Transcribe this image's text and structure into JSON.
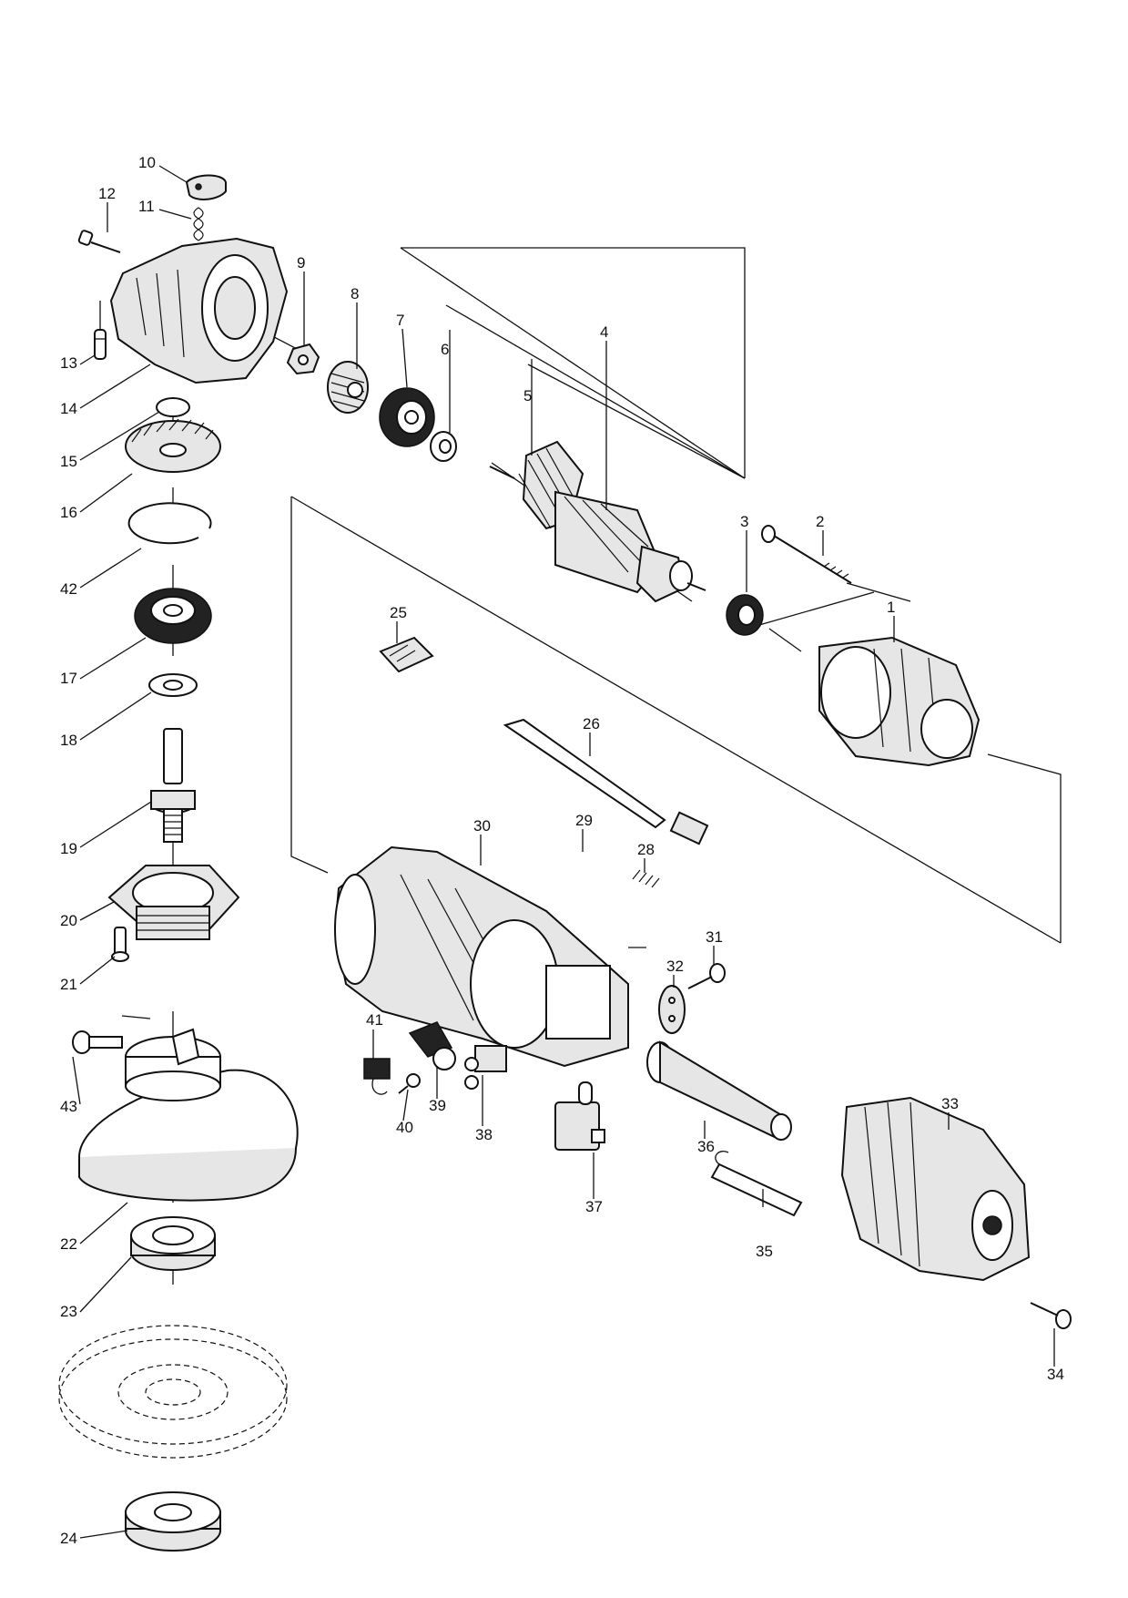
{
  "parts": [
    {
      "no": "1",
      "icon": "field-stator-icon"
    },
    {
      "no": "2",
      "icon": "long-screw-icon"
    },
    {
      "no": "3",
      "icon": "ball-bearing-icon"
    },
    {
      "no": "4",
      "icon": "armature-icon"
    },
    {
      "no": "5",
      "icon": "fan-icon"
    },
    {
      "no": "6",
      "icon": "washer-icon"
    },
    {
      "no": "7",
      "icon": "ball-bearing-icon"
    },
    {
      "no": "8",
      "icon": "spiral-bevel-gear-icon"
    },
    {
      "no": "9",
      "icon": "hex-nut-icon"
    },
    {
      "no": "10",
      "icon": "shaft-lock-cap-icon"
    },
    {
      "no": "11",
      "icon": "spring-icon"
    },
    {
      "no": "12",
      "icon": "screw-icon"
    },
    {
      "no": "13",
      "icon": "pin-icon"
    },
    {
      "no": "14",
      "icon": "gear-housing-icon"
    },
    {
      "no": "15",
      "icon": "retaining-ring-icon"
    },
    {
      "no": "16",
      "icon": "bevel-gear-icon"
    },
    {
      "no": "17",
      "icon": "ball-bearing-icon"
    },
    {
      "no": "18",
      "icon": "washer-icon"
    },
    {
      "no": "19",
      "icon": "spindle-icon"
    },
    {
      "no": "20",
      "icon": "bearing-box-icon"
    },
    {
      "no": "21",
      "icon": "screw-icon"
    },
    {
      "no": "22",
      "icon": "wheel-guard-icon"
    },
    {
      "no": "23",
      "icon": "inner-flange-icon"
    },
    {
      "no": "24",
      "icon": "lock-nut-icon"
    },
    {
      "no": "25",
      "icon": "switch-lever-icon"
    },
    {
      "no": "26",
      "icon": "switch-rod-icon"
    },
    {
      "no": "28",
      "icon": "spring-icon"
    },
    {
      "no": "29",
      "icon": "label-icon"
    },
    {
      "no": "30",
      "icon": "motor-housing-icon"
    },
    {
      "no": "31",
      "icon": "screw-icon"
    },
    {
      "no": "32",
      "icon": "cord-guard-plate-icon"
    },
    {
      "no": "33",
      "icon": "rear-cover-icon"
    },
    {
      "no": "34",
      "icon": "screw-icon"
    },
    {
      "no": "35",
      "icon": "cord-icon"
    },
    {
      "no": "36",
      "icon": "cord-guard-icon"
    },
    {
      "no": "37",
      "icon": "switch-icon"
    },
    {
      "no": "38",
      "icon": "terminal-icon"
    },
    {
      "no": "39",
      "icon": "brush-holder-icon"
    },
    {
      "no": "40",
      "icon": "screw-icon"
    },
    {
      "no": "41",
      "icon": "carbon-brush-icon"
    },
    {
      "no": "42",
      "icon": "retaining-ring-icon"
    },
    {
      "no": "43",
      "icon": "screw-icon"
    }
  ]
}
